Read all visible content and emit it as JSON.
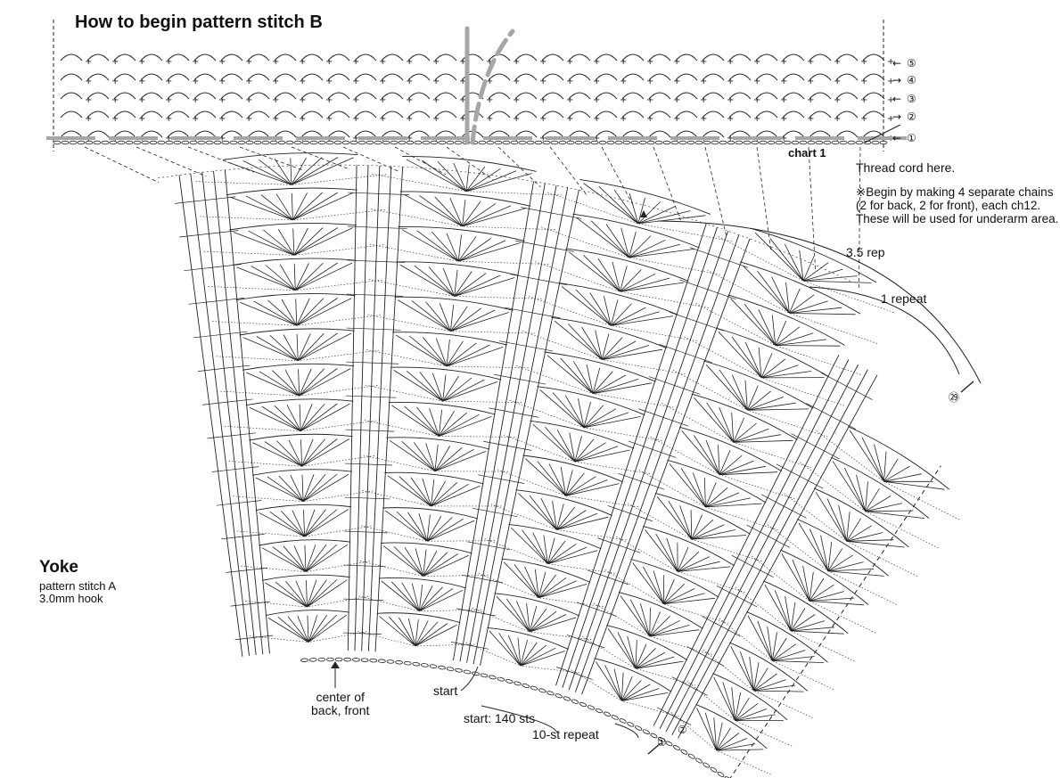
{
  "title": "How to begin pattern stitch B",
  "chart_label": "chart 1",
  "thread_note": "Thread cord here.",
  "instructions": [
    "※Begin by making 4 separate chains",
    "(2 for back, 2 for front), each ch12.",
    "These will be used for underarm area."
  ],
  "repeat_35": "3.5 rep",
  "repeat_1": "1 repeat",
  "yoke": {
    "title": "Yoke",
    "stitch": "pattern stitch A",
    "hook": "3.0mm hook"
  },
  "center": [
    "center of",
    "back, front"
  ],
  "start": "start",
  "start_count": "start: 140 sts",
  "ten_repeat": "10-st repeat",
  "row_markers_top": [
    "①",
    "②",
    "③",
    "④",
    "⑤"
  ],
  "row_markers_yoke": [
    "①",
    "②",
    "㉙"
  ],
  "colors": {
    "ink": "#222222",
    "cord": "#a6a6a6",
    "background": "#ffffff"
  },
  "icons": [
    "arrow-left-icon",
    "arrow-right-icon",
    "arrow-up-icon",
    "arrow-up-left-icon"
  ]
}
